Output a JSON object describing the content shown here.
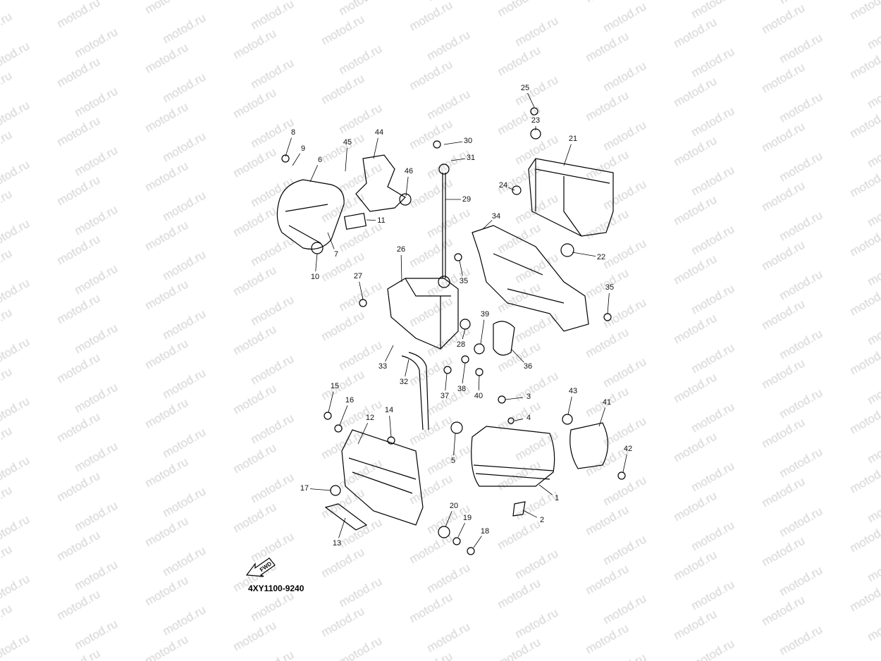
{
  "diagram": {
    "watermark": "motod.ru",
    "drawing_code": "4XY1100-9240",
    "fwd_label": "FWD",
    "callouts": [
      "8",
      "9",
      "6",
      "45",
      "44",
      "30",
      "31",
      "25",
      "23",
      "21",
      "46",
      "24",
      "29",
      "11",
      "34",
      "7",
      "26",
      "22",
      "10",
      "27",
      "35",
      "35",
      "39",
      "28",
      "33",
      "36",
      "32",
      "37",
      "38",
      "40",
      "3",
      "15",
      "16",
      "43",
      "41",
      "14",
      "12",
      "4",
      "5",
      "42",
      "17",
      "1",
      "20",
      "19",
      "18",
      "2",
      "13"
    ]
  }
}
